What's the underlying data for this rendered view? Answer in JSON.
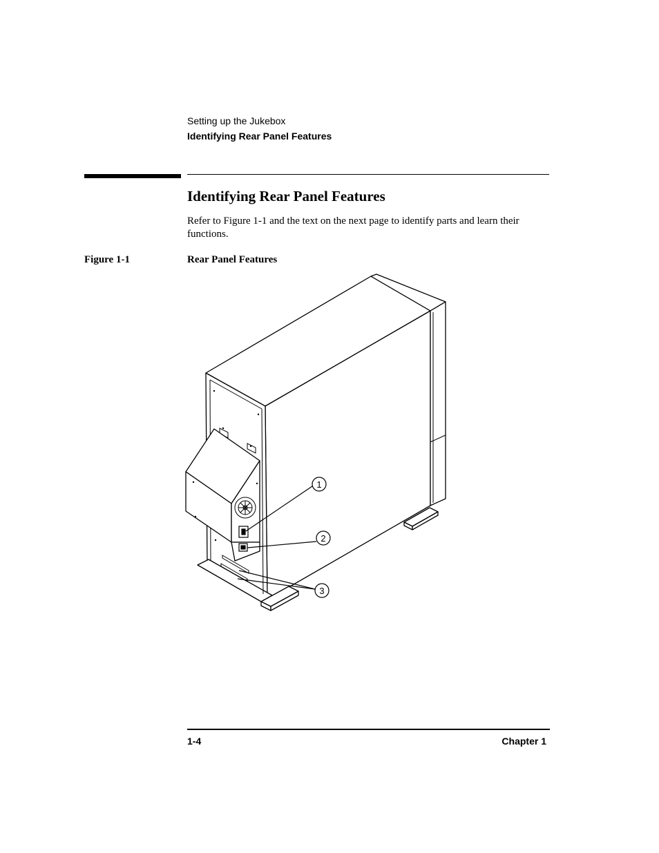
{
  "running_head": {
    "chapter_title": "Setting up the Jukebox",
    "section_title": "Identifying Rear Panel Features"
  },
  "section": {
    "title": "Identifying Rear Panel Features",
    "intro": "Refer to Figure 1-1 and the text on the next page to identify parts and learn their functions."
  },
  "figure": {
    "number": "Figure 1-1",
    "caption": "Rear Panel Features",
    "callouts": [
      "1",
      "2",
      "3"
    ]
  },
  "footer": {
    "page_number": "1-4",
    "chapter": "Chapter 1"
  }
}
